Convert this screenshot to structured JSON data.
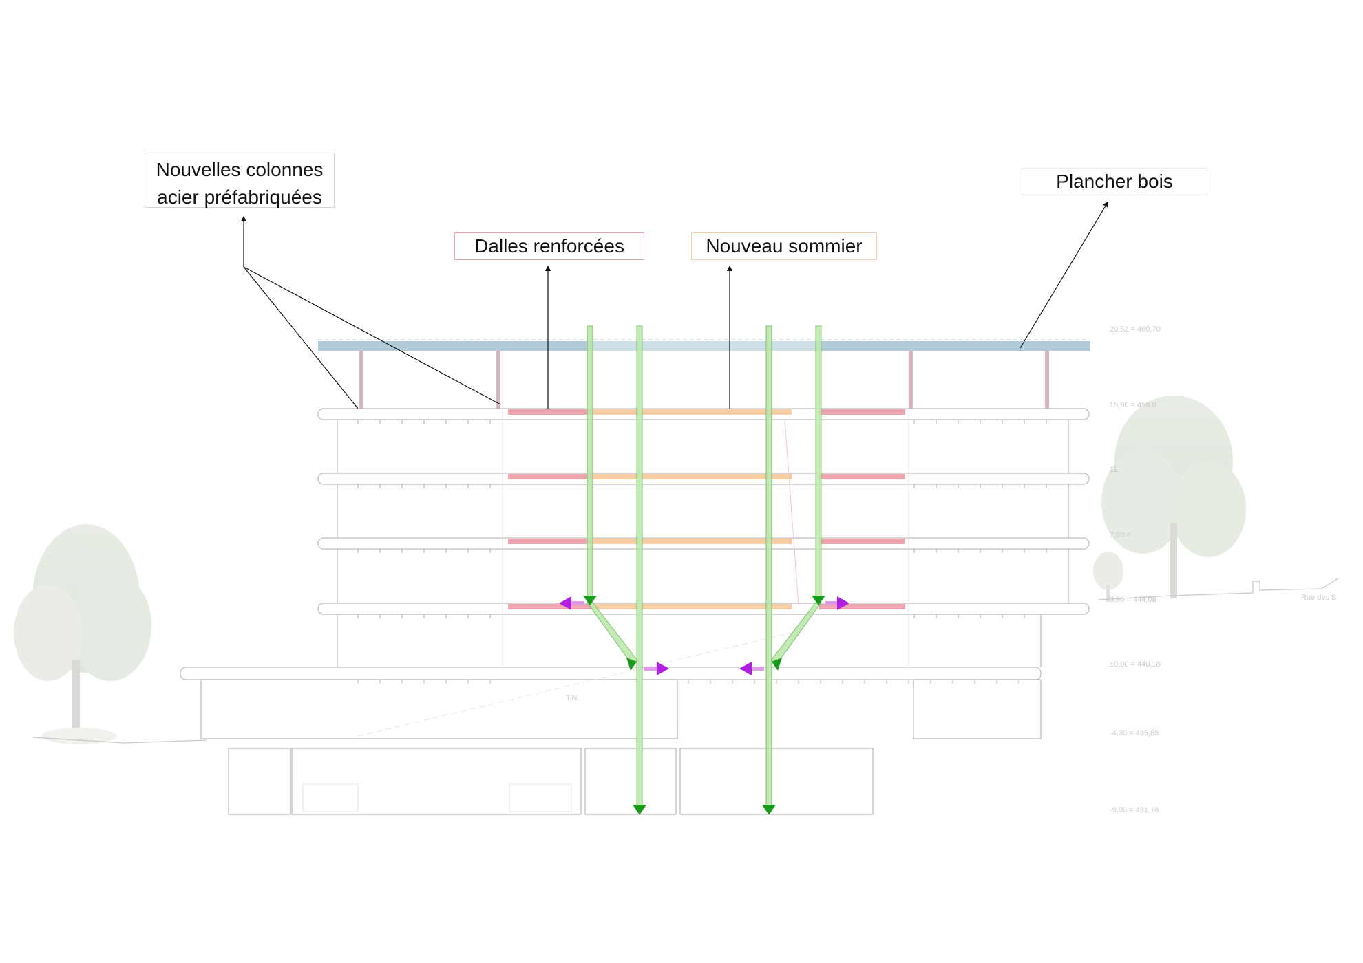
{
  "labels": {
    "columns_line1": "Nouvelles colonnes",
    "columns_line2": "acier préfabriquées",
    "dalles": "Dalles renforcées",
    "sommier": "Nouveau sommier",
    "plancher": "Plancher bois"
  },
  "levels": [
    "20,52 = 460,70",
    "15,90 = 456,0",
    "11,",
    "7,90 =",
    "3,90 = 444,08",
    "±0,00 = 440,18",
    "-4,30 = 435,88",
    "-9,00 = 431,18"
  ],
  "ground_label": "T.N.",
  "street_label": "Rue des S",
  "colors": {
    "dalles": "#e98a94",
    "sommier": "#f6c08c",
    "plancher": "#9fbfd0",
    "columns": "#c4a4b0",
    "load_path": "#1a9a1a",
    "load_path_fill": "#b8e2a8",
    "horizontal_force": "#b020e0",
    "structure_line": "#bdbdbd",
    "leader": "#111111"
  },
  "icons": {
    "tree": "tree-icon",
    "arrow_down": "arrow-down-icon",
    "arrow_up": "arrow-up-icon",
    "arrow_horizontal": "arrow-horizontal-icon"
  }
}
